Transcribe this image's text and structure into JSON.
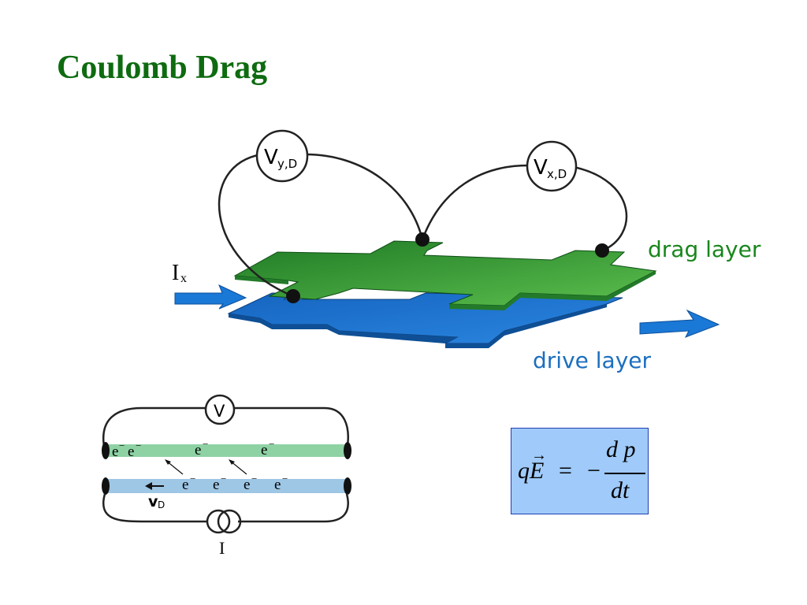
{
  "title": "Coulomb Drag",
  "labels": {
    "meter_vy": "V",
    "meter_vy_sub": "y,D",
    "meter_vx": "V",
    "meter_vx_sub": "x,D",
    "current_in": "I",
    "current_in_sub": "x",
    "drag_layer": "drag layer",
    "drive_layer": "drive layer"
  },
  "circuit": {
    "voltmeter": "V",
    "source": "I",
    "drift_velocity": "v",
    "drift_velocity_sub": "D",
    "electron": "e",
    "electron_charge": "−"
  },
  "equation": {
    "lhs_q": "q",
    "lhs_e": "E",
    "equals": "=",
    "minus": "−",
    "numerator": "d p",
    "denominator": "dt"
  },
  "colors": {
    "title": "#0e6b10",
    "drag_layer": "#2e9a34",
    "drive_layer": "#1d74c8",
    "arrow": "#1a78d6",
    "green_strip": "#8ed2a4",
    "blue_strip": "#9ec6e5",
    "equation_bg": "#9fcaf9"
  }
}
